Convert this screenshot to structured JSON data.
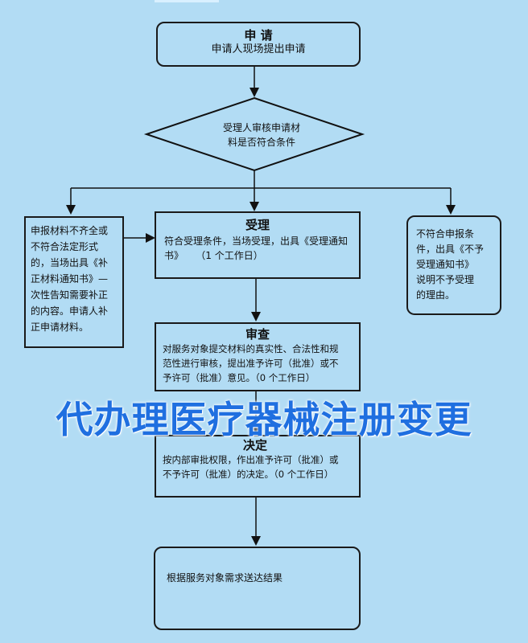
{
  "apply": {
    "title": "申 请",
    "text": "申请人现场提出申请"
  },
  "review": {
    "line1": "受理人审核申请材",
    "line2": "料是否符合条件"
  },
  "left_note": {
    "lines": [
      "申报材料不齐全或",
      "不符合法定形式",
      "的，当场出具《补",
      "正材料通知书》—",
      "次性告知需要补正",
      "的内容。申请人补",
      "正申请材料。"
    ]
  },
  "accept": {
    "title": "受理",
    "line1": "符合受理条件，当场受理，出具《受理通知",
    "line2": "书》    （1 个工作日）"
  },
  "right_note": {
    "lines": [
      "不符合申报条",
      "件，出具《不予",
      "受理通知书》",
      "说明不予受理",
      "的理由。"
    ]
  },
  "examine": {
    "title": "审查",
    "lines": [
      "对服务对象提交材料的真实性、合法性和规",
      "范性进行审核，提出准予许可（批准）或不",
      "予许可（批准）意见。（0 个工作日）"
    ]
  },
  "decide": {
    "title": "决定",
    "lines": [
      "按内部审批权限，作出准予许可（批准）或",
      "不予许可（批准）的决定。（0 个工作日）"
    ]
  },
  "deliver": {
    "text": "根据服务对象需求送达结果"
  },
  "watermark": "代办理医疗器械注册变更"
}
